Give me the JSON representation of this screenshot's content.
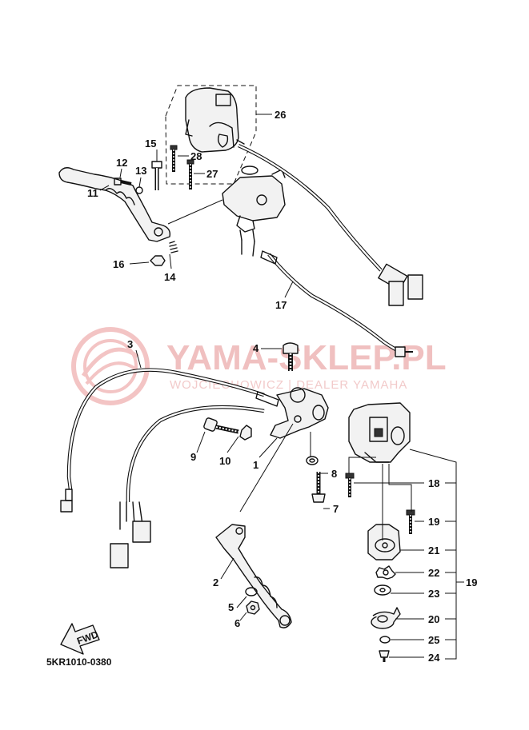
{
  "diagram_code": "5KR1010-0380",
  "direction_arrow": "FWD",
  "watermark": {
    "title": "YAMA-SKLEP.PL",
    "subtitle": "WOJCIECHOWICZ | DEALER YAMAHA"
  },
  "callouts": [
    "1",
    "2",
    "3",
    "4",
    "5",
    "6",
    "7",
    "8",
    "9",
    "10",
    "11",
    "12",
    "13",
    "14",
    "15",
    "16",
    "17",
    "18",
    "19",
    "19",
    "20",
    "21",
    "22",
    "23",
    "24",
    "25",
    "26",
    "27",
    "28"
  ],
  "colors": {
    "line": "#111111",
    "watermark": "#f0c0c0"
  }
}
